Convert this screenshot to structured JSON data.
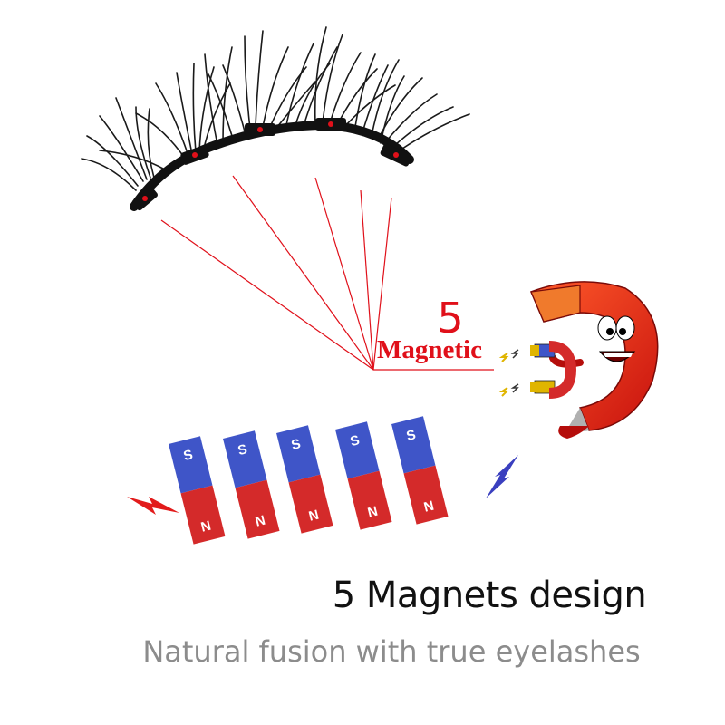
{
  "badge": {
    "number": "5",
    "word": "Magnetic"
  },
  "headline": "5 Magnets design",
  "tagline": "Natural fusion with true eyelashes",
  "magnets": [
    {
      "top_label": "S",
      "bottom_label": "N"
    },
    {
      "top_label": "S",
      "bottom_label": "N"
    },
    {
      "top_label": "S",
      "bottom_label": "N"
    },
    {
      "top_label": "S",
      "bottom_label": "N"
    },
    {
      "top_label": "S",
      "bottom_label": "N"
    }
  ],
  "colors": {
    "accent_red": "#e0101a",
    "magnet_blue": "#3f55c8",
    "magnet_red": "#d42a2a",
    "headline_text": "#111111",
    "tagline_text": "#8c8c8c",
    "mascot_red": "#e5221c",
    "lightning_red": "#e21b1b",
    "lightning_blue": "#3a3fbf",
    "lash_black": "#1a1a1a"
  },
  "icons": [
    "eyelash-strip-illustration",
    "horseshoe-magnet-mascot",
    "lightning-bolt-icon",
    "bar-magnet-icon"
  ]
}
